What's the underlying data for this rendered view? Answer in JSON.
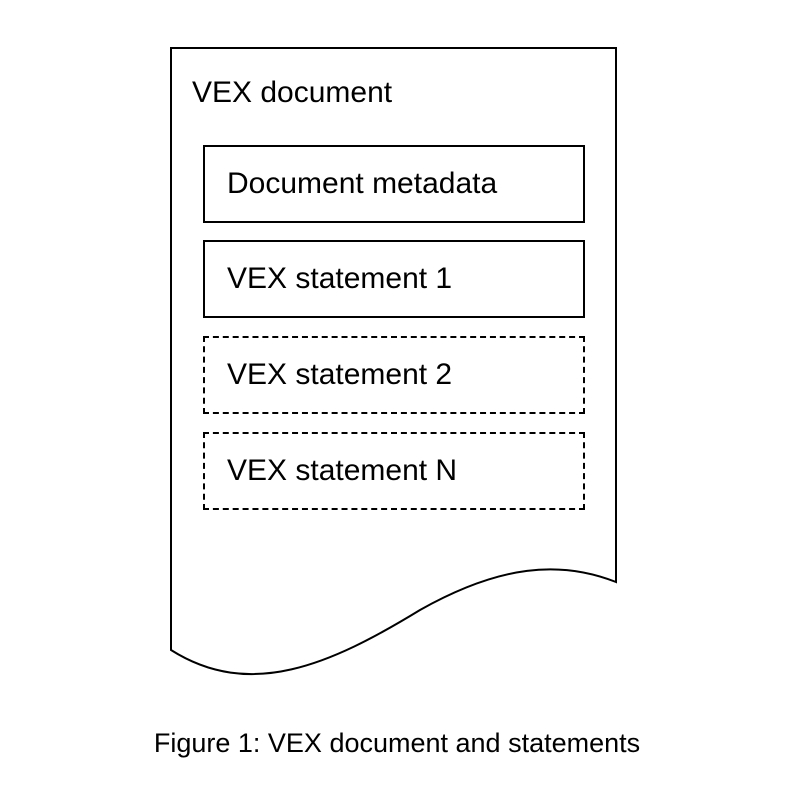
{
  "document": {
    "title": "VEX document"
  },
  "boxes": [
    {
      "label": "Document metadata",
      "style": "solid"
    },
    {
      "label": "VEX statement 1",
      "style": "solid"
    },
    {
      "label": "VEX statement 2",
      "style": "dashed"
    },
    {
      "label": "VEX statement N",
      "style": "dashed"
    }
  ],
  "caption": "Figure 1: VEX document and statements"
}
